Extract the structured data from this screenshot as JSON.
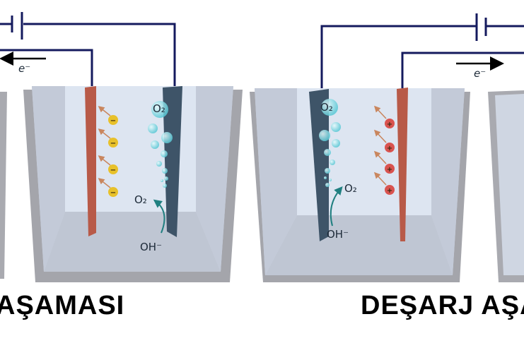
{
  "left_panel": {
    "caption": "AŞAMASI",
    "electron_label": "e⁻",
    "o2_top": "O₂",
    "o2_reaction": "O₂",
    "oh_label": "OH⁻",
    "ion_symbol": "−"
  },
  "right_panel": {
    "caption": "DEŞARJ AŞA",
    "electron_label": "e⁻",
    "o2_top": "O₂",
    "o2_reaction": "O₂",
    "oh_label": "OH⁻",
    "ion_symbol": "+"
  },
  "colors": {
    "wire": "#141a5e",
    "red_electrode": "#b85a48",
    "blue_electrode": "#3e5468",
    "anion": "#e8c12a",
    "cation": "#d9534f",
    "bubble": "#7fd7e0",
    "tank": "#a9aab0",
    "water": "#dbe3ef"
  }
}
